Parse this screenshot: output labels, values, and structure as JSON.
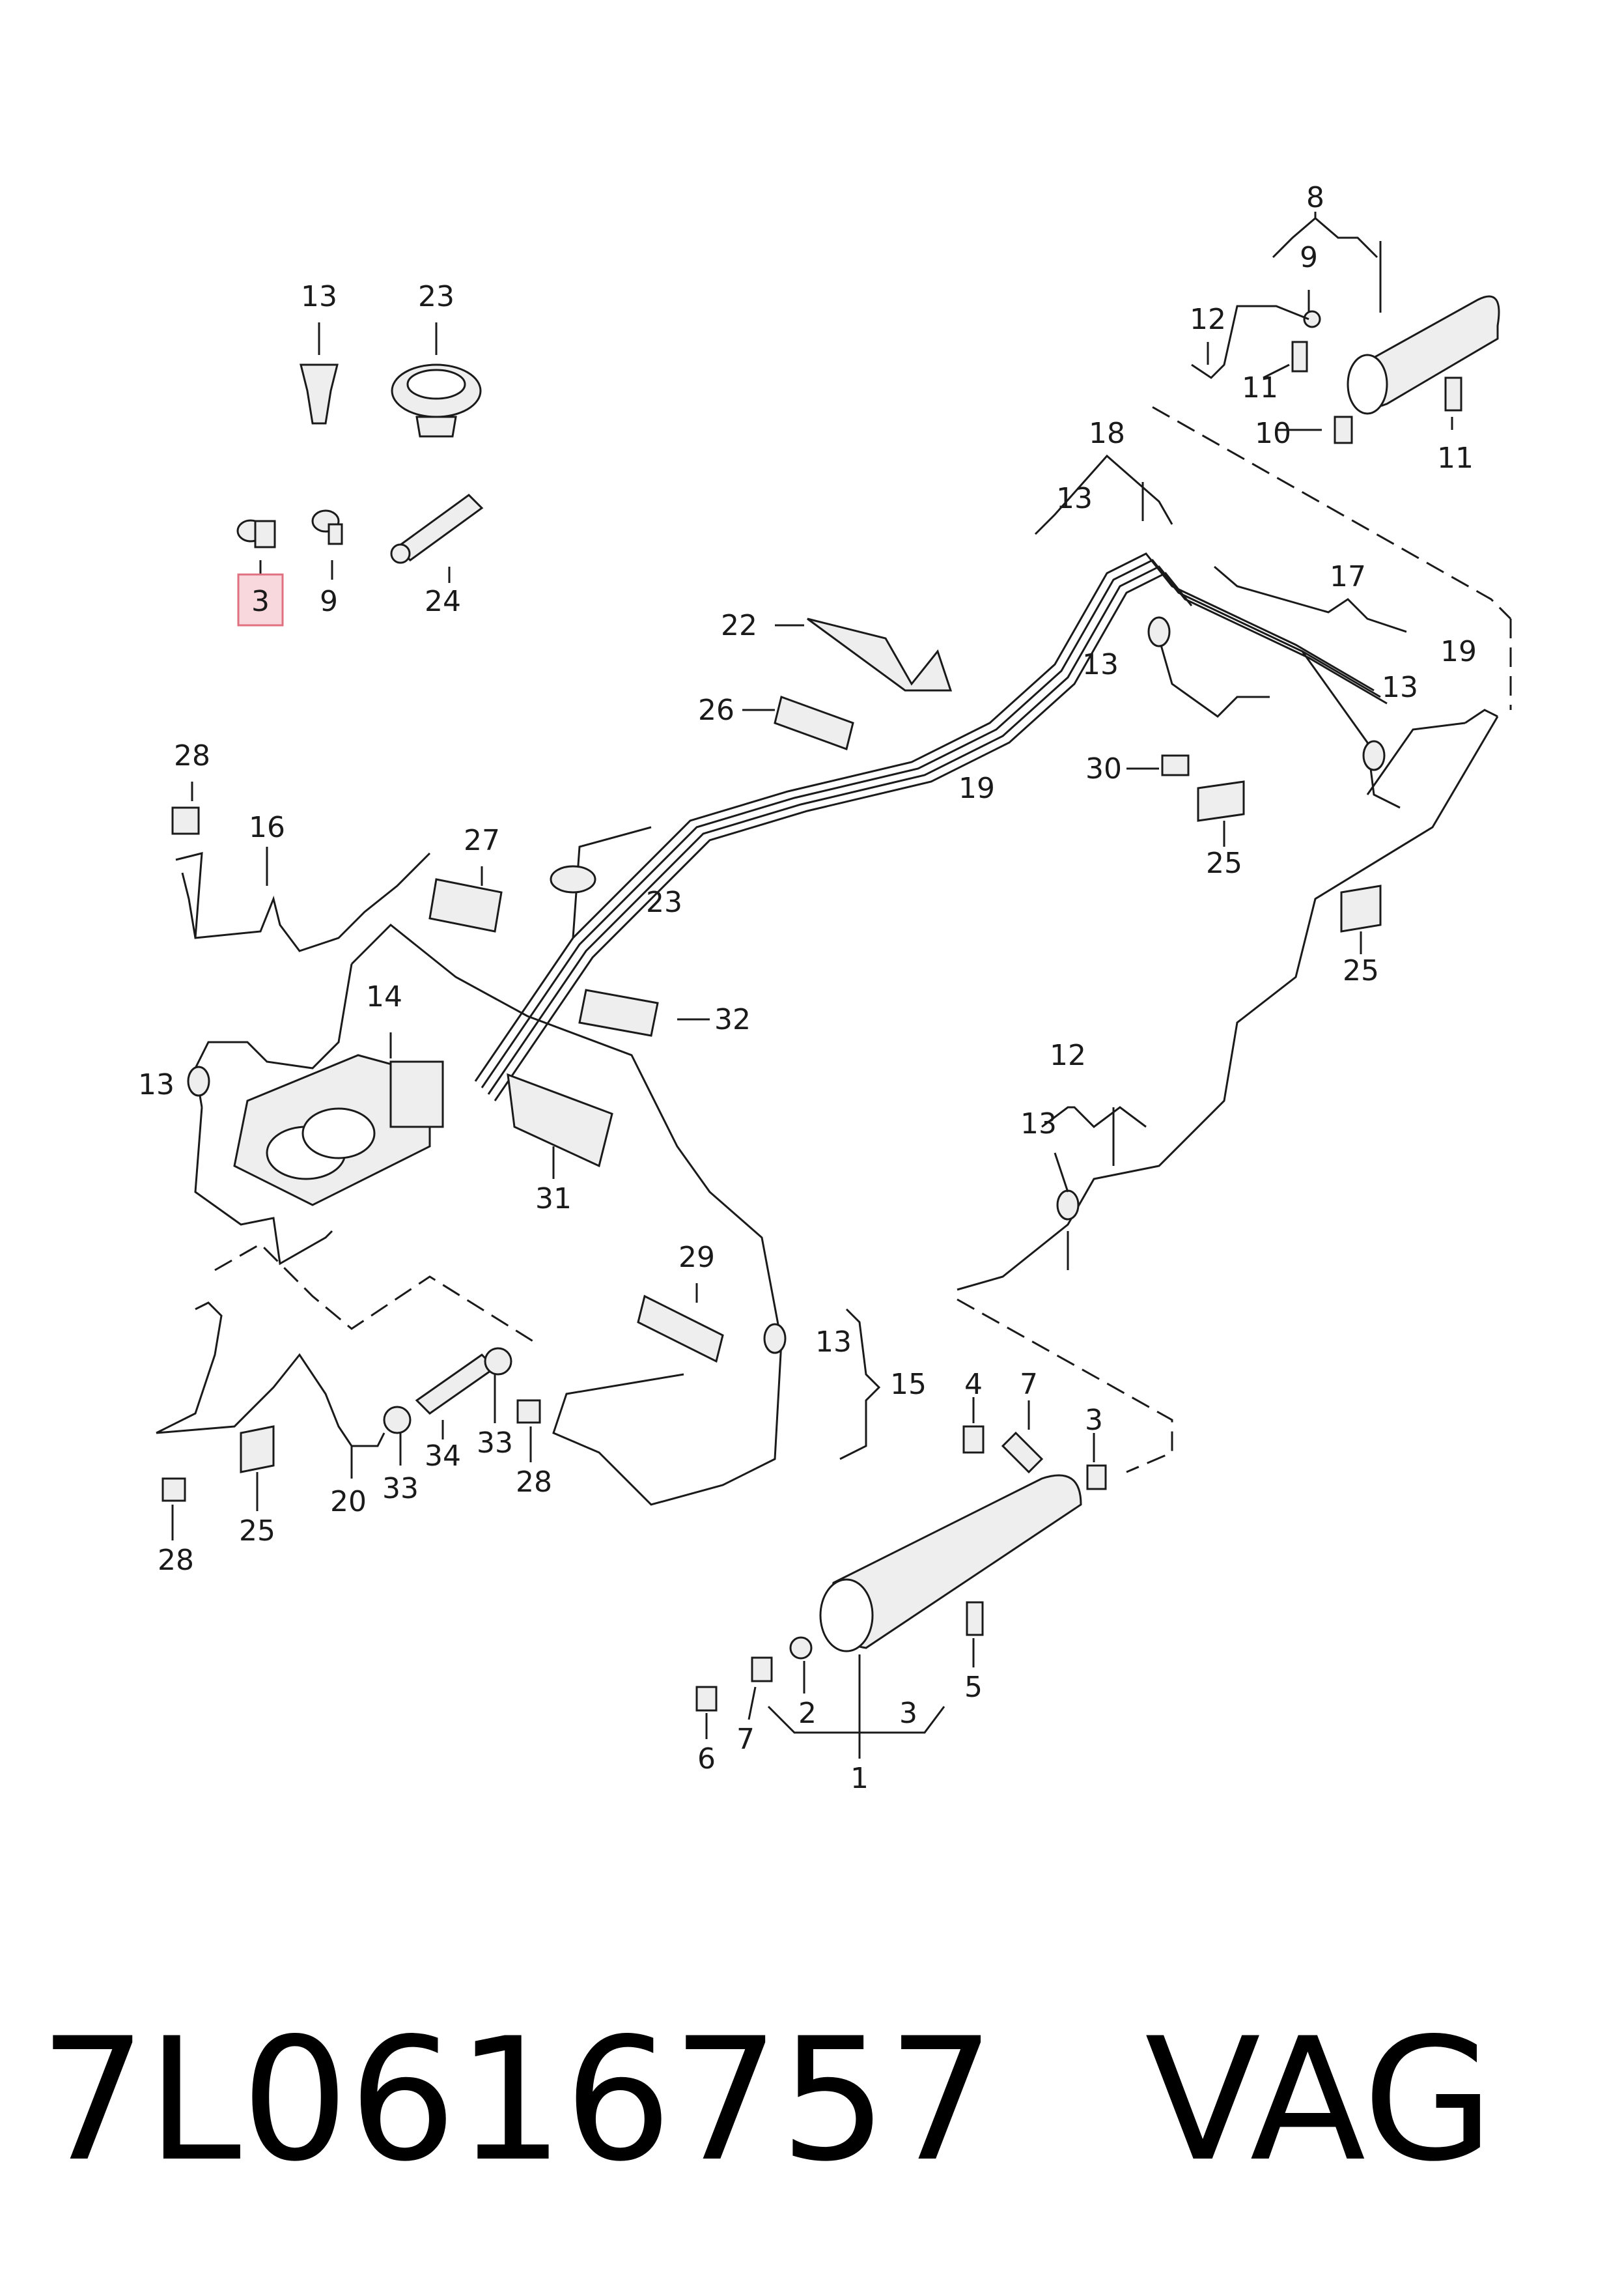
{
  "diagram": {
    "highlight_color": "#f8d8dc",
    "highlight_border": "#e07080",
    "callouts": [
      {
        "id": "c13a",
        "text": "13"
      },
      {
        "id": "c23a",
        "text": "23"
      },
      {
        "id": "c3hl",
        "text": "3",
        "highlighted": true
      },
      {
        "id": "c9a",
        "text": "9"
      },
      {
        "id": "c24",
        "text": "24"
      },
      {
        "id": "c8",
        "text": "8"
      },
      {
        "id": "c9b",
        "text": "9"
      },
      {
        "id": "c12a",
        "text": "12"
      },
      {
        "id": "c11a",
        "text": "11"
      },
      {
        "id": "c10",
        "text": "10"
      },
      {
        "id": "c11b",
        "text": "11"
      },
      {
        "id": "c18",
        "text": "18"
      },
      {
        "id": "c13b",
        "text": "13"
      },
      {
        "id": "c17",
        "text": "17"
      },
      {
        "id": "c22",
        "text": "22"
      },
      {
        "id": "c13c",
        "text": "13"
      },
      {
        "id": "c13d",
        "text": "13"
      },
      {
        "id": "c19a",
        "text": "19"
      },
      {
        "id": "c26",
        "text": "26"
      },
      {
        "id": "c19b",
        "text": "19"
      },
      {
        "id": "c30",
        "text": "30"
      },
      {
        "id": "c25a",
        "text": "25"
      },
      {
        "id": "c28a",
        "text": "28"
      },
      {
        "id": "c16",
        "text": "16"
      },
      {
        "id": "c27",
        "text": "27"
      },
      {
        "id": "c23b",
        "text": "23"
      },
      {
        "id": "c25b",
        "text": "25"
      },
      {
        "id": "c14",
        "text": "14"
      },
      {
        "id": "c32",
        "text": "32"
      },
      {
        "id": "c13e",
        "text": "13"
      },
      {
        "id": "c12b",
        "text": "12"
      },
      {
        "id": "c13f",
        "text": "13"
      },
      {
        "id": "c31",
        "text": "31"
      },
      {
        "id": "c29",
        "text": "29"
      },
      {
        "id": "c13g",
        "text": "13"
      },
      {
        "id": "c15",
        "text": "15"
      },
      {
        "id": "c4",
        "text": "4"
      },
      {
        "id": "c7a",
        "text": "7"
      },
      {
        "id": "c3b",
        "text": "3"
      },
      {
        "id": "c20",
        "text": "20"
      },
      {
        "id": "c33a",
        "text": "33"
      },
      {
        "id": "c34",
        "text": "34"
      },
      {
        "id": "c33b",
        "text": "33"
      },
      {
        "id": "c28b",
        "text": "28"
      },
      {
        "id": "c25c",
        "text": "25"
      },
      {
        "id": "c28c",
        "text": "28"
      },
      {
        "id": "c5",
        "text": "5"
      },
      {
        "id": "c2",
        "text": "2"
      },
      {
        "id": "c3c",
        "text": "3"
      },
      {
        "id": "c6",
        "text": "6"
      },
      {
        "id": "c7b",
        "text": "7"
      },
      {
        "id": "c1",
        "text": "1"
      }
    ]
  },
  "caption": {
    "part_number": "7L0616757",
    "brand": "VAG"
  }
}
